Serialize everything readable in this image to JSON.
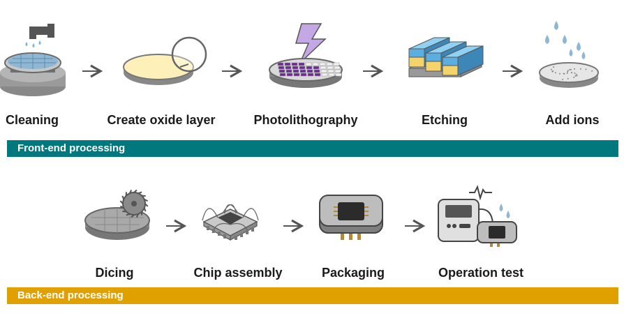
{
  "front_end": {
    "steps": [
      {
        "label": "Cleaning",
        "icon": "cleaning-wafer-icon"
      },
      {
        "label": "Create oxide layer",
        "icon": "oxide-layer-wafer-icon"
      },
      {
        "label": "Photolithography",
        "icon": "photolithography-wafer-icon"
      },
      {
        "label": "Etching",
        "icon": "etching-blocks-icon"
      },
      {
        "label": "Add ions",
        "icon": "ion-wafer-icon"
      }
    ],
    "band_label": "Front-end processing",
    "band_color": "#00787d"
  },
  "back_end": {
    "steps": [
      {
        "label": "Dicing",
        "icon": "dicing-saw-icon"
      },
      {
        "label": "Chip assembly",
        "icon": "chip-assembly-icon"
      },
      {
        "label": "Packaging",
        "icon": "packaged-chip-icon"
      },
      {
        "label": "Operation test",
        "icon": "test-device-icon"
      }
    ],
    "band_label": "Back-end processing",
    "band_color": "#e0a100"
  },
  "colors": {
    "wafer_gray": "#a9a9a9",
    "water_blue": "#8fb7d4",
    "oxide_yellow": "#fdf0b8",
    "photo_purple": "#6b2c8f",
    "lightning_lavender": "#c4a8e6",
    "etch_blue": "#5aaee0",
    "etch_yellow": "#f3d36a"
  }
}
